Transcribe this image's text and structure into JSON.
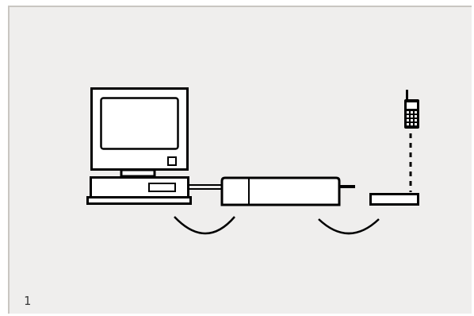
{
  "figure": {
    "step_number": "1",
    "components": [
      {
        "name": "desktop-computer",
        "icon": "computer-icon"
      },
      {
        "name": "computer-base-unit",
        "icon": "desktop-case-icon"
      },
      {
        "name": "cable",
        "icon": "cable-icon"
      },
      {
        "name": "dock-device",
        "icon": "dock-icon"
      },
      {
        "name": "base-station",
        "icon": "base-station-icon"
      },
      {
        "name": "mobile-phone",
        "icon": "cell-phone-icon"
      },
      {
        "name": "wireless-link",
        "icon": "dotted-link-icon"
      }
    ],
    "colors": {
      "background": "#efeeed",
      "stroke": "#000000",
      "fill": "#ffffff"
    }
  }
}
